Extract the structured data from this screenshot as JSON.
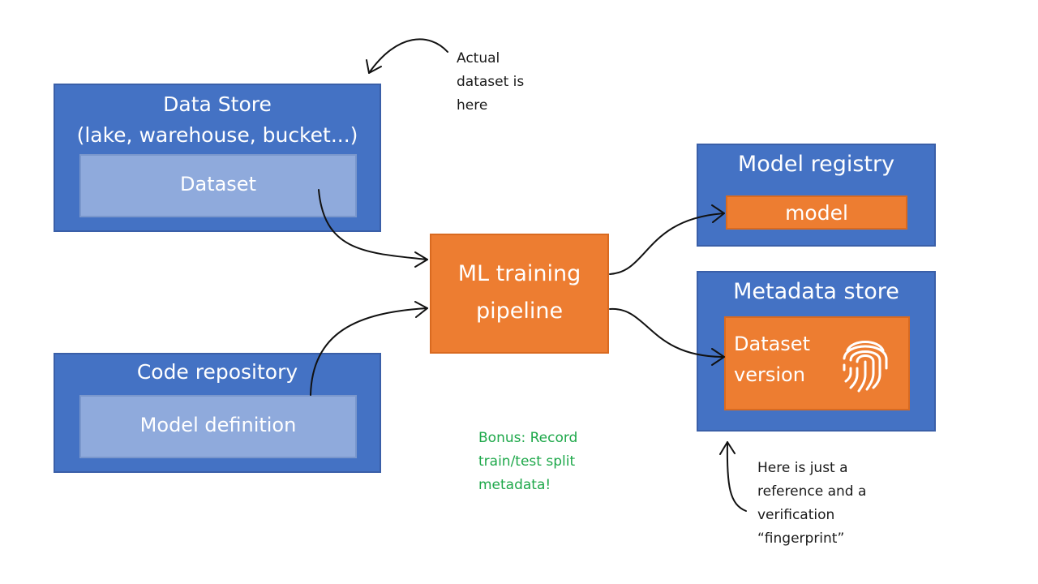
{
  "data_store": {
    "title_line1": "Data Store",
    "title_line2": "(lake, warehouse, bucket...)",
    "dataset_label": "Dataset"
  },
  "code_repository": {
    "title": "Code repository",
    "model_definition_label": "Model definition"
  },
  "pipeline": {
    "line1": "ML training",
    "line2": "pipeline"
  },
  "model_registry": {
    "title": "Model registry",
    "model_label": "model"
  },
  "metadata_store": {
    "title": "Metadata store",
    "dataset_version_line1": "Dataset",
    "dataset_version_line2": "version",
    "icon": "fingerprint-icon"
  },
  "notes": {
    "actual_dataset": "Actual\ndataset is\nhere",
    "bonus": "Bonus: Record\ntrain/test split\nmetadata!",
    "reference": "Here is just a\nreference and a\nverification\n“fingerprint”"
  },
  "colors": {
    "blue": "#4472c4",
    "light_blue": "#8faadc",
    "orange": "#ed7d31",
    "green_text": "#1ea84a"
  }
}
